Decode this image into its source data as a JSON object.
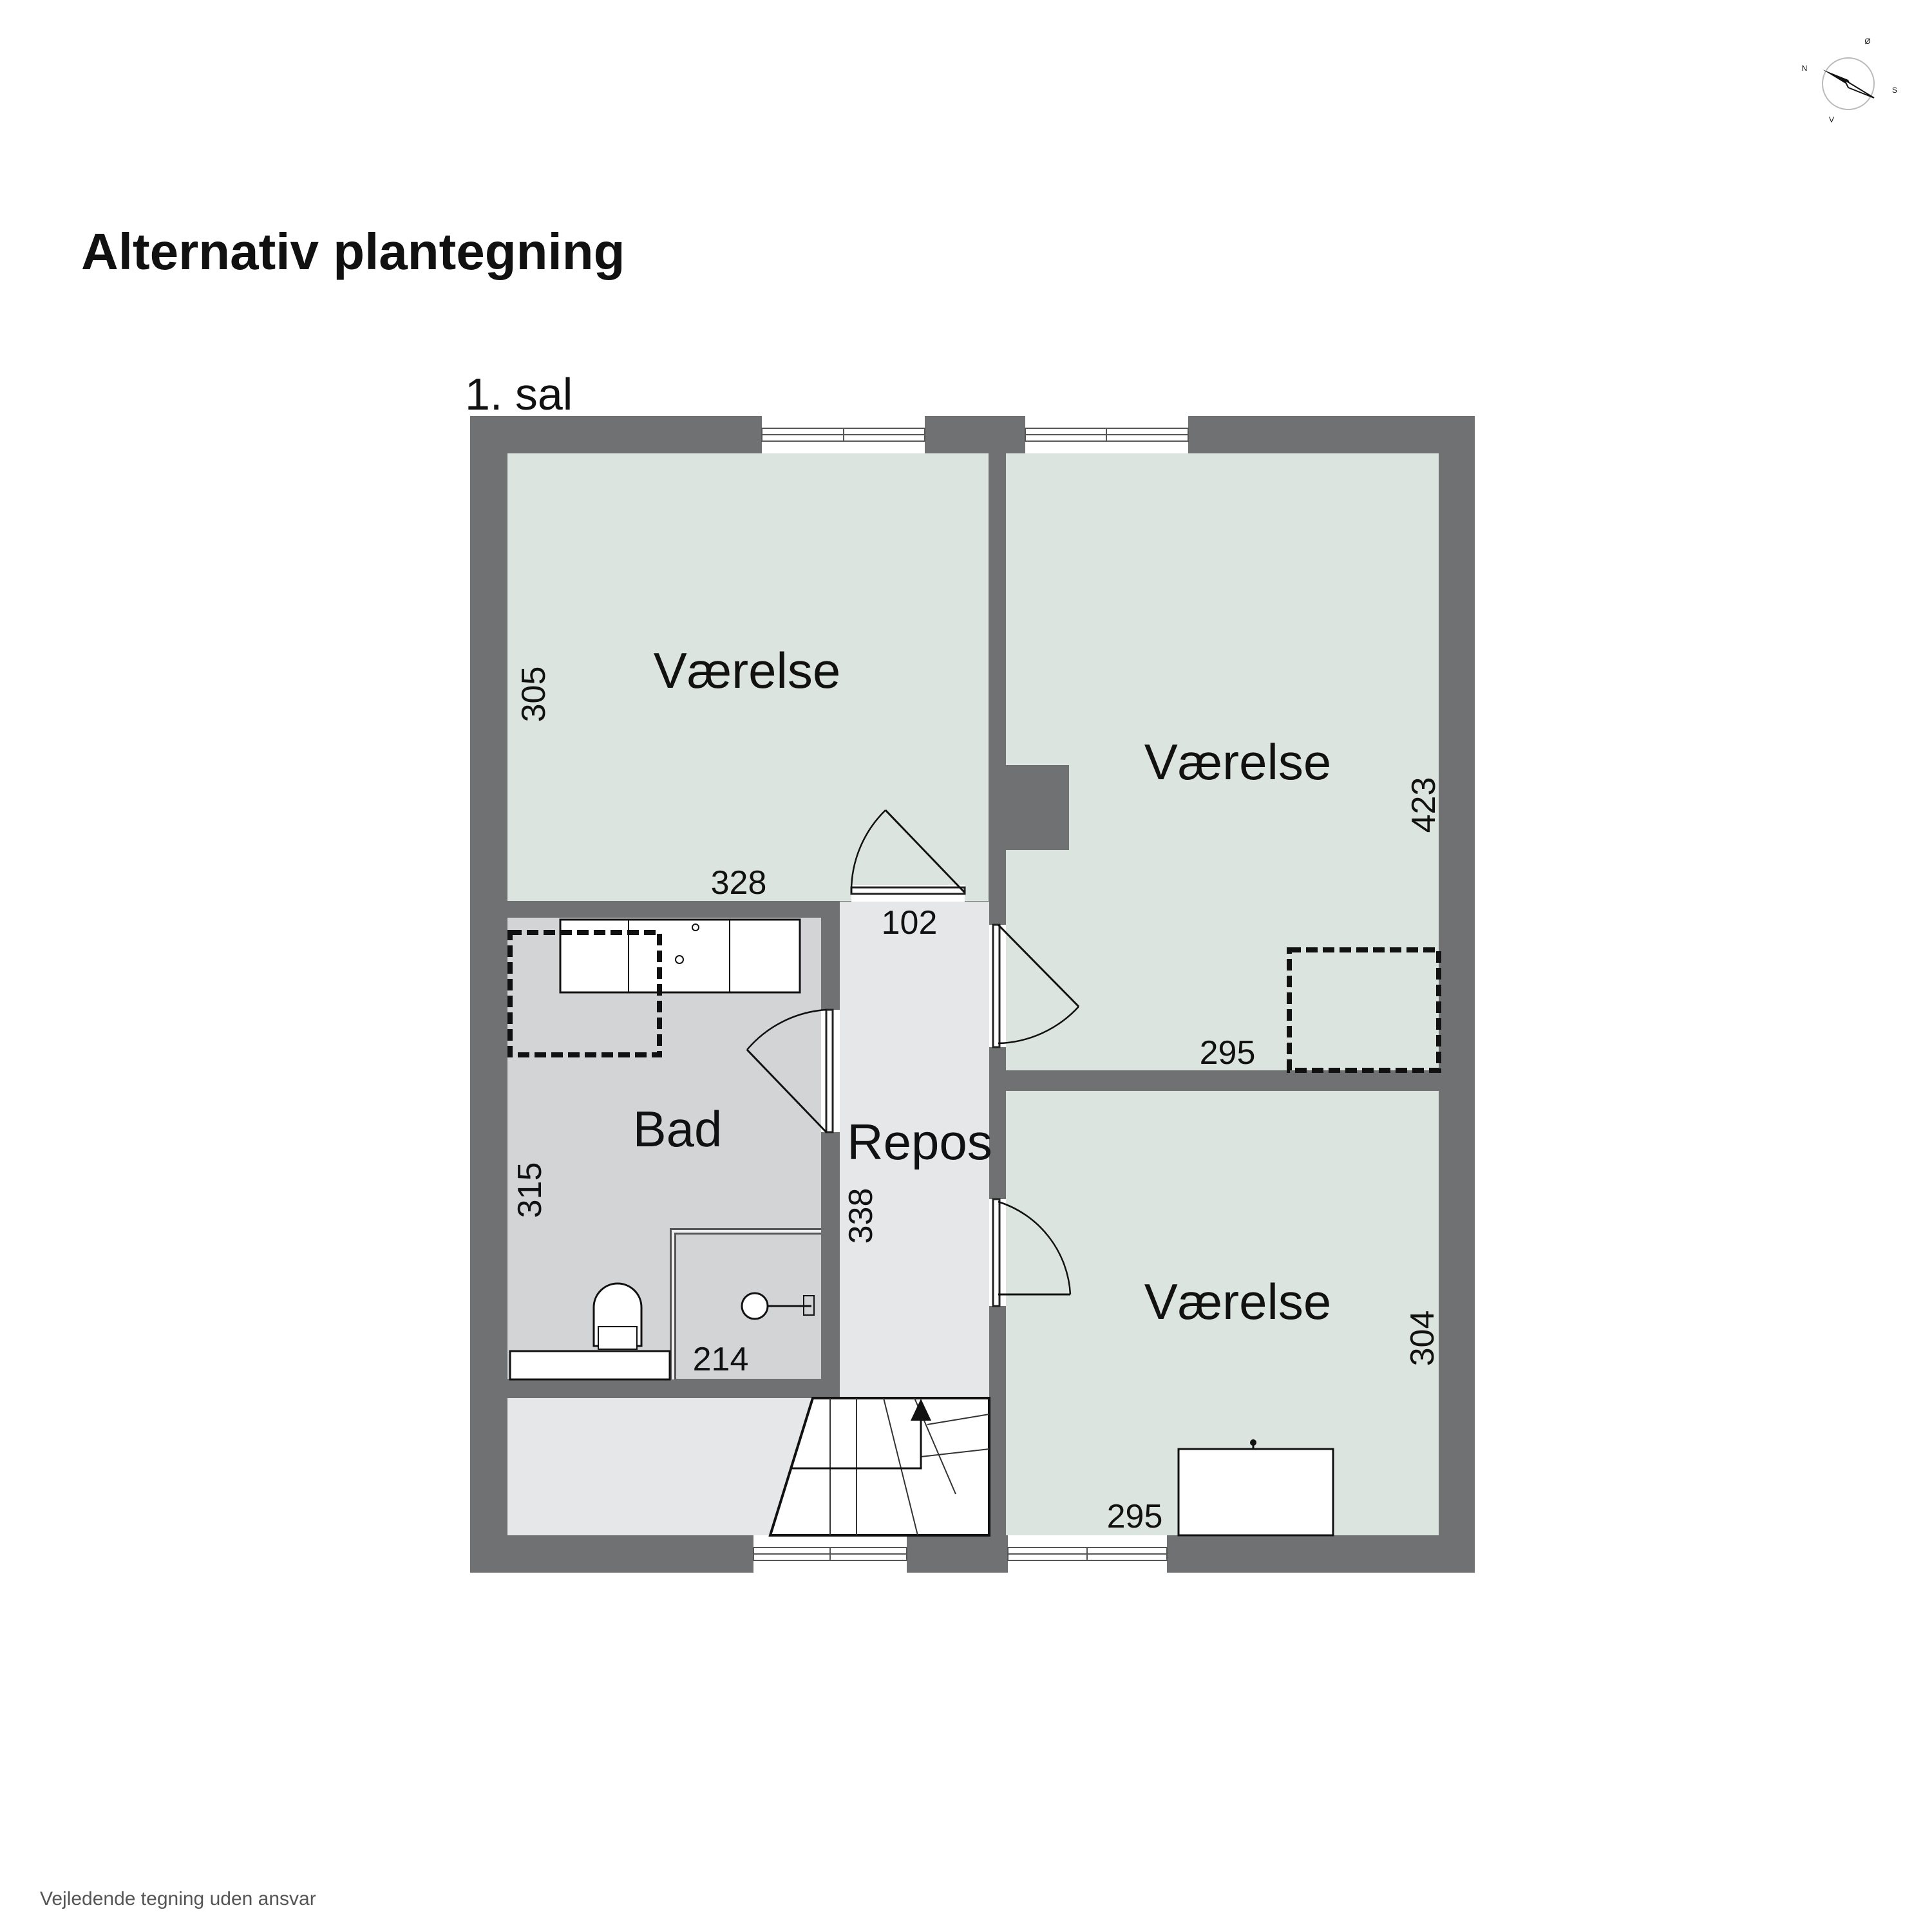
{
  "title": "Alternativ plantegning",
  "floor": "1. sal",
  "disclaimer": "Vejledende tegning uden ansvar",
  "compass": {
    "n": "N",
    "e": "Ø",
    "s": "S",
    "w": "V"
  },
  "rooms": {
    "room_top_left": {
      "label": "Værelse",
      "dim_height": "305",
      "dim_width": "328"
    },
    "room_top_right": {
      "label": "Værelse",
      "dim_height": "423",
      "dim_width": "295"
    },
    "room_bottom_right": {
      "label": "Værelse",
      "dim_height": "304",
      "dim_width": "295"
    },
    "bath": {
      "label": "Bad",
      "dim_height": "315",
      "dim_width": "214"
    },
    "landing": {
      "label": "Repos",
      "dim_height": "338",
      "dim_door": "102"
    }
  },
  "colors": {
    "wall": "#707173",
    "bedroom_floor": "#dbe4df",
    "bath_floor": "#d2d4d6",
    "landing_floor": "#e5e7e9",
    "background": "#ffffff"
  }
}
